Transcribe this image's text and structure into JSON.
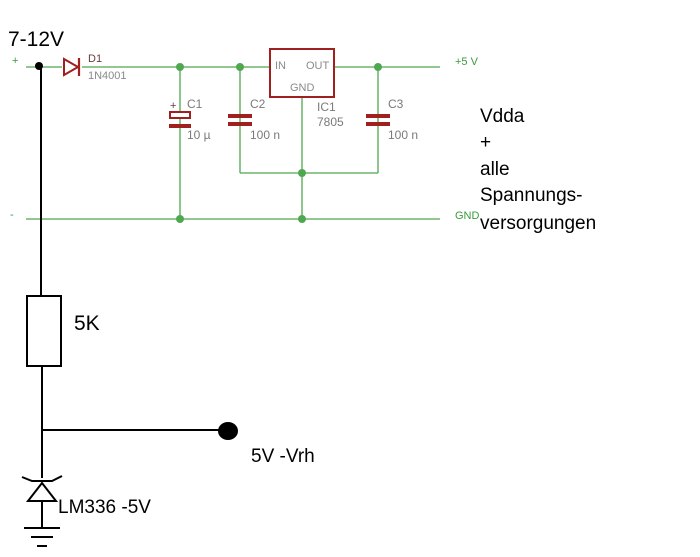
{
  "supply": {
    "input_label": "7-12V",
    "plus_label": "+",
    "minus_label": "-"
  },
  "diode": {
    "ref": "D1",
    "part": "1N4001"
  },
  "c1": {
    "ref": "C1",
    "value": "10 µ",
    "polarity": "+"
  },
  "c2": {
    "ref": "C2",
    "value": "100 n"
  },
  "c3": {
    "ref": "C3",
    "value": "100 n"
  },
  "regulator": {
    "ref": "IC1",
    "part": "7805",
    "pin_in": "IN",
    "pin_out": "OUT",
    "pin_gnd": "GND"
  },
  "nets": {
    "out": "+5 V",
    "gnd": "GND"
  },
  "note": {
    "line1": "Vdda",
    "line2": "+",
    "line3": "alle",
    "line4": "Spannungs-",
    "line5": "versorgungen"
  },
  "resistor": {
    "value": "5K"
  },
  "reference": {
    "output_label": "5V -Vrh",
    "part": "LM336 -5V"
  },
  "colors": {
    "wire": "#4fa84f",
    "part": "#a02020",
    "drawing": "#000000"
  }
}
